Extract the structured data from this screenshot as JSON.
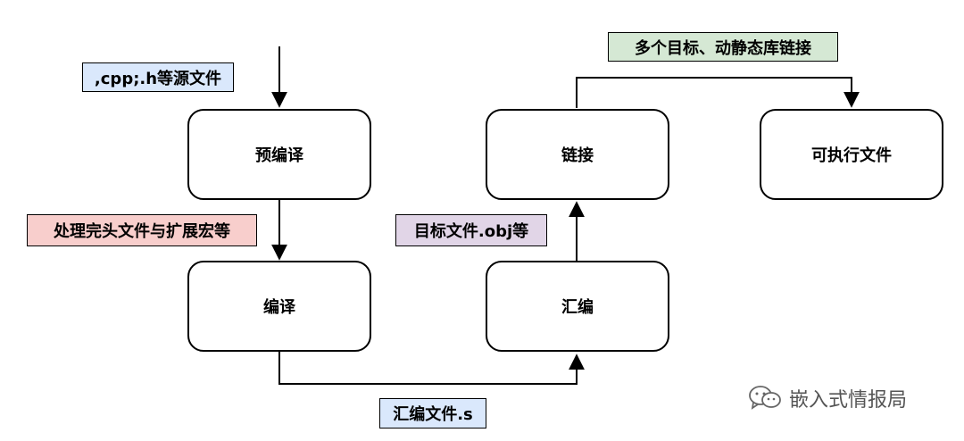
{
  "nodes": {
    "preprocess": "预编译",
    "compile": "编译",
    "assemble": "汇编",
    "link": "链接",
    "executable": "可执行文件"
  },
  "labels": {
    "source_files": ",cpp;.h等源文件",
    "preprocess_note": "处理完头文件与扩展宏等",
    "assembly_file": "汇编文件.s",
    "object_files": "目标文件.obj等",
    "link_note": "多个目标、动静态库链接"
  },
  "colors": {
    "blue_fill": "#dae8fc",
    "red_fill": "#f8cecc",
    "purple_fill": "#e1d5e7",
    "green_fill": "#d5e8d4"
  },
  "watermark": {
    "text": "嵌入式情报局",
    "icon": "wechat-icon"
  }
}
